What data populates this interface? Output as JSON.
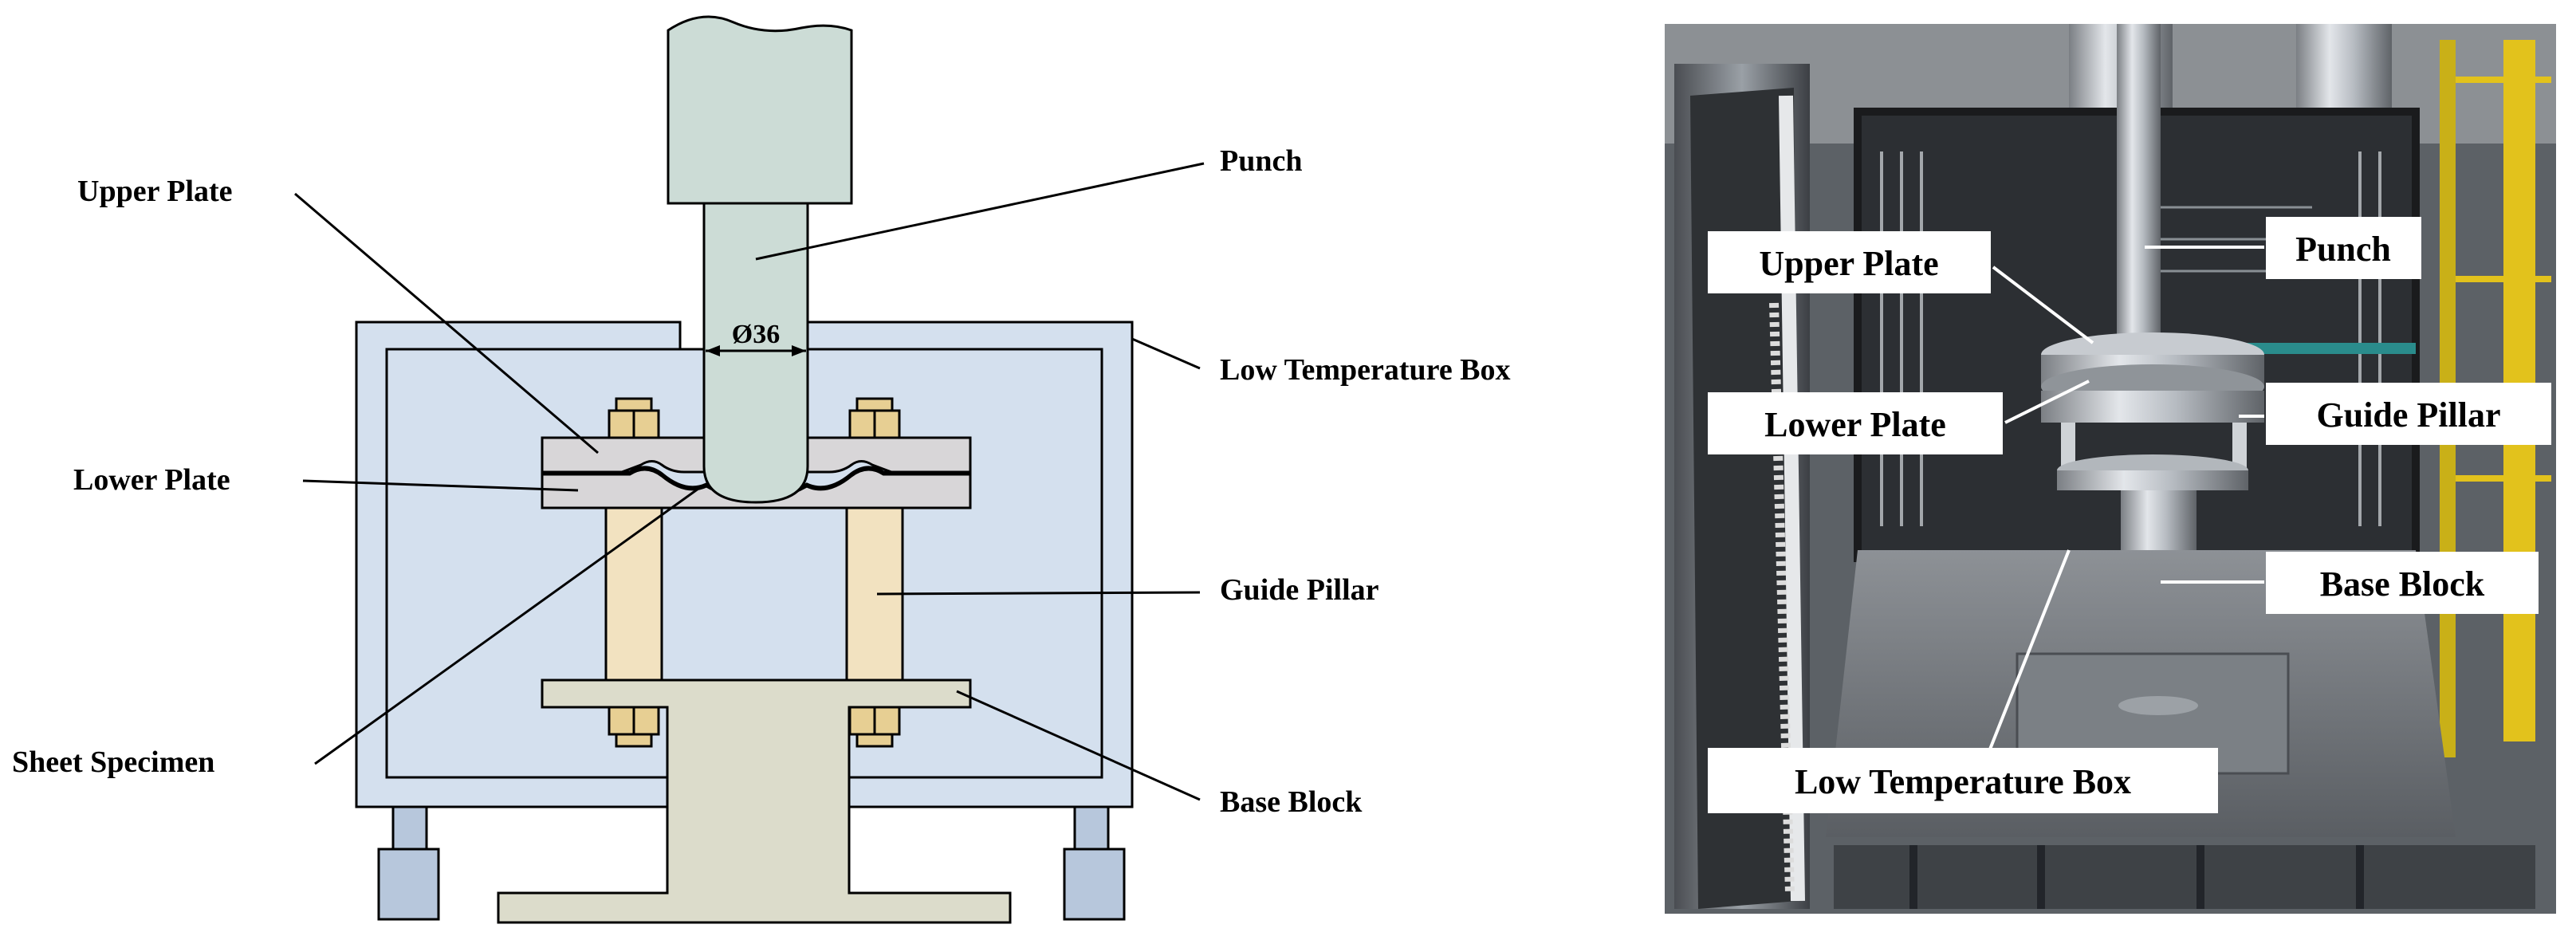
{
  "schematic": {
    "dimension_label": "Ø36",
    "labels": {
      "upper_plate": "Upper Plate",
      "lower_plate": "Lower Plate",
      "sheet_specimen": "Sheet Specimen",
      "punch": "Punch",
      "low_temperature_box": "Low Temperature Box",
      "guide_pillar": "Guide Pillar",
      "base_block": "Base Block"
    },
    "colors": {
      "box_fill": "#d4e0ee",
      "punch_fill": "#ccdcd6",
      "plate_fill": "#d8d6d8",
      "pillar_fill": "#f2e2c0",
      "base_fill": "#dcdccb",
      "bolt_fill": "#e7cf93",
      "foot_fill": "#b7c7dc"
    }
  },
  "photo": {
    "labels": {
      "upper_plate": "Upper Plate",
      "punch": "Punch",
      "lower_plate": "Lower Plate",
      "guide_pillar": "Guide Pillar",
      "base_block": "Base Block",
      "low_temperature_box": "Low Temperature Box"
    }
  }
}
